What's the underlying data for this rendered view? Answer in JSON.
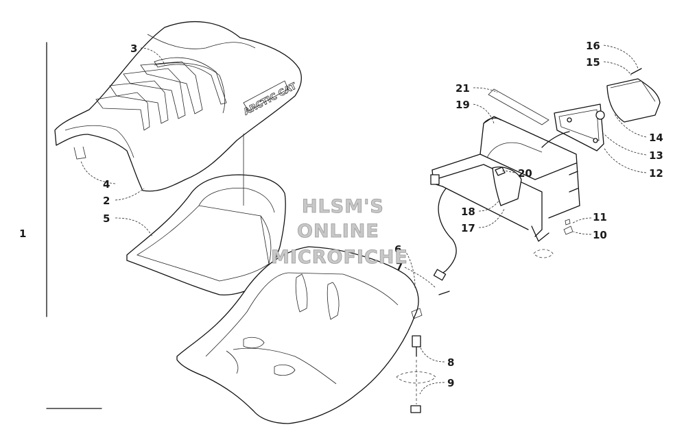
{
  "labels": {
    "p1": "1",
    "p2": "2",
    "p3": "3",
    "p4": "4",
    "p5": "5",
    "p6": "6",
    "p7": "7",
    "p8": "8",
    "p9": "9",
    "p10": "10",
    "p11": "11",
    "p12": "12",
    "p13": "13",
    "p14": "14",
    "p15": "15",
    "p16": "16",
    "p17": "17",
    "p18": "18",
    "p19": "19",
    "p20": "20",
    "p21": "21"
  },
  "seat_cover_logo": "ARCTIC CAT",
  "watermark": {
    "line1": "HLSM'S",
    "line2": "ONLINE",
    "line3": "MICROFICHE"
  },
  "colors": {
    "ink": "#111111",
    "watermark_fill": "#c8c8c8",
    "background": "#ffffff"
  }
}
